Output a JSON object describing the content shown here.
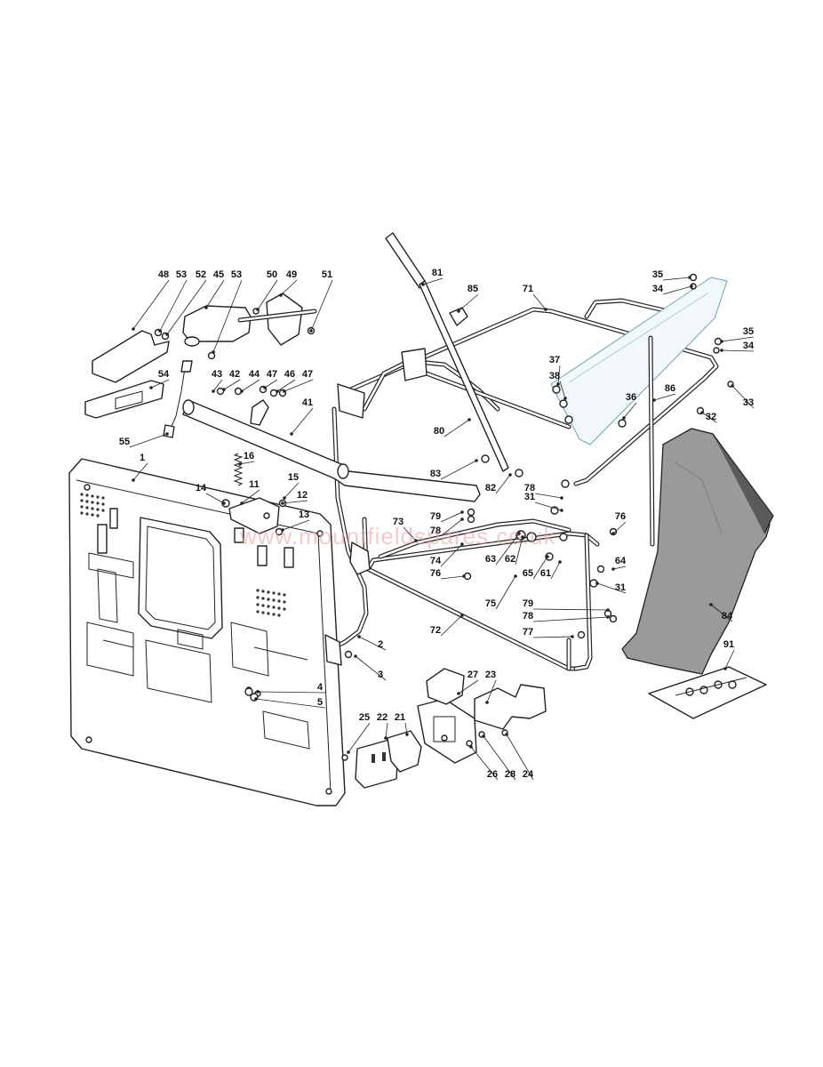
{
  "watermark": "www.mountfieldspares.co.uk",
  "callouts": [
    {
      "id": "c1",
      "text": "1"
    },
    {
      "id": "c2",
      "text": "2"
    },
    {
      "id": "c3",
      "text": "3"
    },
    {
      "id": "c4",
      "text": "4"
    },
    {
      "id": "c5",
      "text": "5"
    },
    {
      "id": "c11",
      "text": "11"
    },
    {
      "id": "c12",
      "text": "12"
    },
    {
      "id": "c13",
      "text": "13"
    },
    {
      "id": "c14",
      "text": "14"
    },
    {
      "id": "c15",
      "text": "15"
    },
    {
      "id": "c16",
      "text": "16"
    },
    {
      "id": "c21",
      "text": "21"
    },
    {
      "id": "c22",
      "text": "22"
    },
    {
      "id": "c23",
      "text": "23"
    },
    {
      "id": "c24",
      "text": "24"
    },
    {
      "id": "c25",
      "text": "25"
    },
    {
      "id": "c26",
      "text": "26"
    },
    {
      "id": "c27",
      "text": "27"
    },
    {
      "id": "c28",
      "text": "28"
    },
    {
      "id": "c31a",
      "text": "31"
    },
    {
      "id": "c31b",
      "text": "31"
    },
    {
      "id": "c32",
      "text": "32"
    },
    {
      "id": "c33",
      "text": "33"
    },
    {
      "id": "c34a",
      "text": "34"
    },
    {
      "id": "c34b",
      "text": "34"
    },
    {
      "id": "c35a",
      "text": "35"
    },
    {
      "id": "c35b",
      "text": "35"
    },
    {
      "id": "c36",
      "text": "36"
    },
    {
      "id": "c37",
      "text": "37"
    },
    {
      "id": "c38",
      "text": "38"
    },
    {
      "id": "c41",
      "text": "41"
    },
    {
      "id": "c42",
      "text": "42"
    },
    {
      "id": "c43",
      "text": "43"
    },
    {
      "id": "c44",
      "text": "44"
    },
    {
      "id": "c45",
      "text": "45"
    },
    {
      "id": "c46",
      "text": "46"
    },
    {
      "id": "c47a",
      "text": "47"
    },
    {
      "id": "c47b",
      "text": "47"
    },
    {
      "id": "c48",
      "text": "48"
    },
    {
      "id": "c49",
      "text": "49"
    },
    {
      "id": "c50",
      "text": "50"
    },
    {
      "id": "c51",
      "text": "51"
    },
    {
      "id": "c52",
      "text": "52"
    },
    {
      "id": "c53a",
      "text": "53"
    },
    {
      "id": "c53b",
      "text": "53"
    },
    {
      "id": "c54",
      "text": "54"
    },
    {
      "id": "c55",
      "text": "55"
    },
    {
      "id": "c61",
      "text": "61"
    },
    {
      "id": "c62",
      "text": "62"
    },
    {
      "id": "c63",
      "text": "63"
    },
    {
      "id": "c64",
      "text": "64"
    },
    {
      "id": "c65",
      "text": "65"
    },
    {
      "id": "c71",
      "text": "71"
    },
    {
      "id": "c72",
      "text": "72"
    },
    {
      "id": "c73",
      "text": "73"
    },
    {
      "id": "c74",
      "text": "74"
    },
    {
      "id": "c75",
      "text": "75"
    },
    {
      "id": "c76a",
      "text": "76"
    },
    {
      "id": "c76b",
      "text": "76"
    },
    {
      "id": "c77",
      "text": "77"
    },
    {
      "id": "c78a",
      "text": "78"
    },
    {
      "id": "c78b",
      "text": "78"
    },
    {
      "id": "c78c",
      "text": "78"
    },
    {
      "id": "c79a",
      "text": "79"
    },
    {
      "id": "c79b",
      "text": "79"
    },
    {
      "id": "c80",
      "text": "80"
    },
    {
      "id": "c81",
      "text": "81"
    },
    {
      "id": "c82",
      "text": "82"
    },
    {
      "id": "c83",
      "text": "83"
    },
    {
      "id": "c84",
      "text": "84"
    },
    {
      "id": "c85",
      "text": "85"
    },
    {
      "id": "c86",
      "text": "86"
    },
    {
      "id": "c91",
      "text": "91"
    }
  ]
}
